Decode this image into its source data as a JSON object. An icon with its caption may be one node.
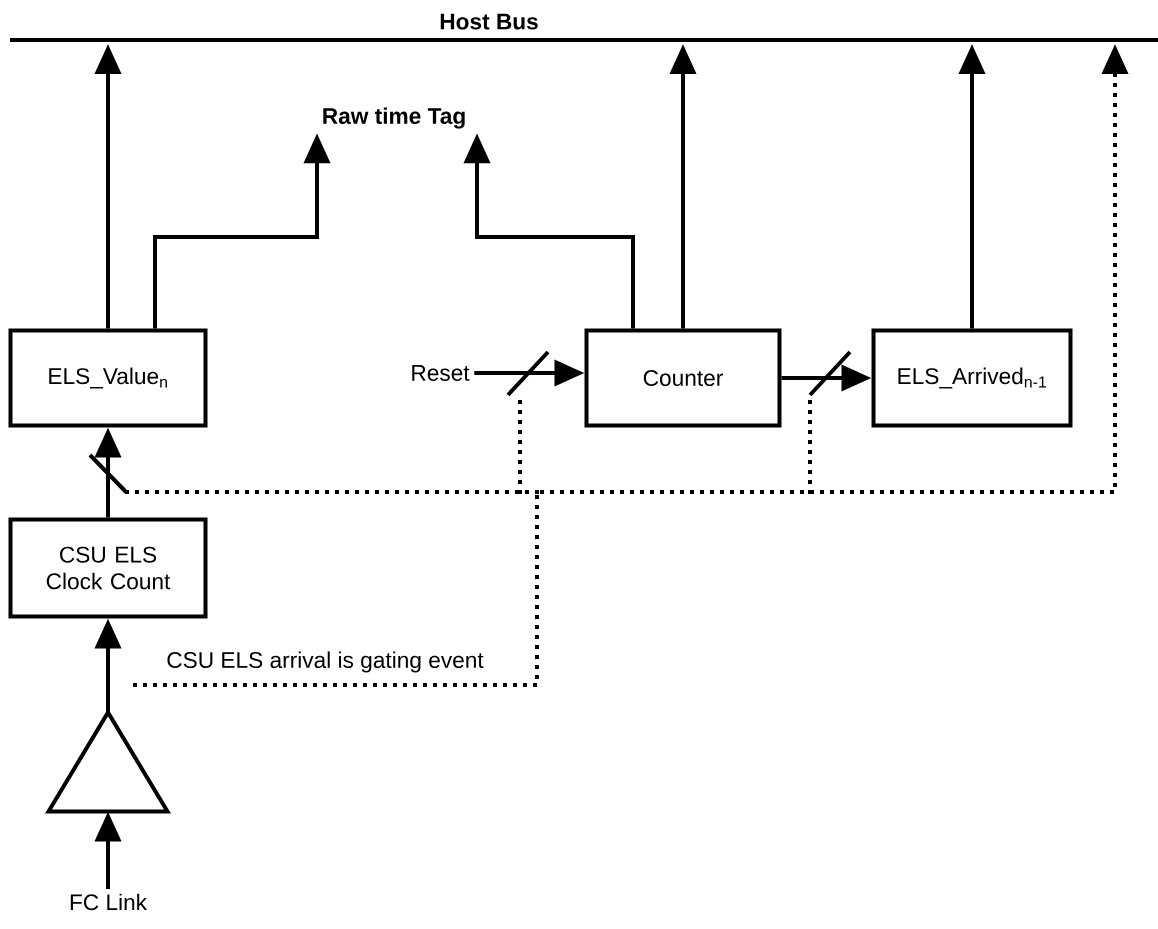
{
  "diagram": {
    "nodes": [
      {
        "text": [
          "Host Bus"
        ]
      },
      {
        "text": [
          "Raw time Tag"
        ]
      },
      {
        "text": [
          "ELS_Value$_{n}$"
        ]
      },
      {
        "text": [
          "Reset"
        ]
      },
      {
        "text": [
          "Counter"
        ]
      },
      {
        "text": [
          "ELS_Arrived$_{n-1}$"
        ]
      },
      {
        "text": [
          "CSU ELS Clock Count"
        ]
      },
      {
        "text": [],
        "shape": "triangle"
      },
      {
        "text": [
          "FC Link"
        ]
      }
    ],
    "edges": [
      {
        "from": 2,
        "to": 0,
        "arrow": "to"
      },
      {
        "from": 2,
        "to": 1,
        "arrow": "to"
      },
      {
        "from": 4,
        "to": 1,
        "arrow": "to"
      },
      {
        "from": 4,
        "to": 0,
        "arrow": "to"
      },
      {
        "from": 5,
        "to": 0,
        "arrow": "to"
      },
      {
        "from": 3,
        "to": 4,
        "arrow": "to"
      },
      {
        "from": 4,
        "to": 5,
        "arrow": "to"
      },
      {
        "from": 6,
        "to": 2,
        "arrow": "to"
      },
      {
        "from": 7,
        "to": 6,
        "arrow": "to"
      },
      {
        "from": 8,
        "to": 7,
        "arrow": "to"
      },
      {
        "from": null,
        "to": 0,
        "arrow": "to",
        "style": "dashed",
        "label": "CSU ELS arrival is gating event"
      }
    ]
  }
}
